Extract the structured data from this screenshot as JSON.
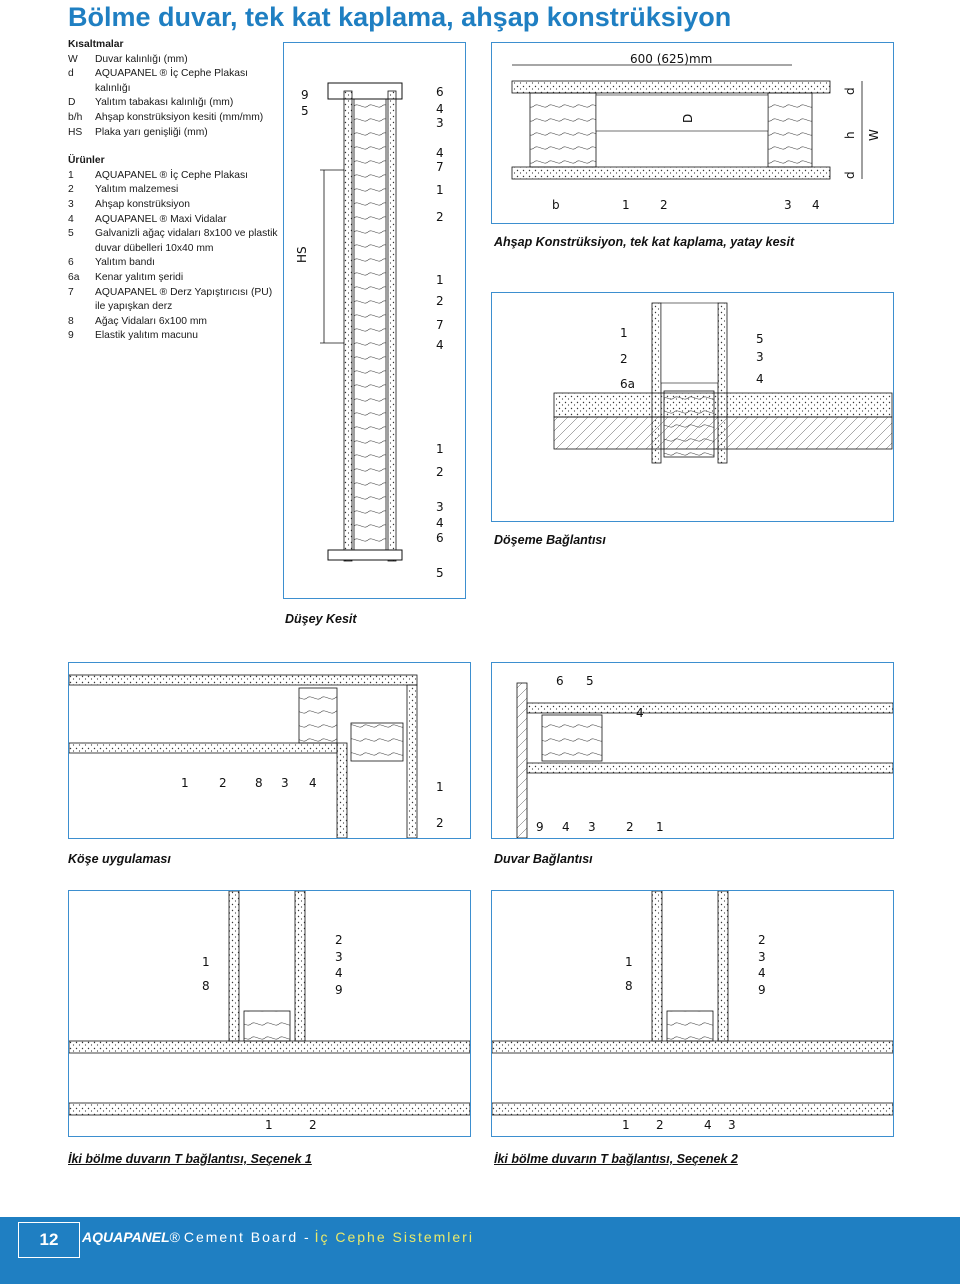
{
  "title": "Bölme duvar, tek kat kaplama, ahşap konstrüksiyon",
  "abbreviations": {
    "heading": "Kısaltmalar",
    "items": [
      {
        "key": "W",
        "text": "Duvar kalınlığı (mm)"
      },
      {
        "key": "d",
        "text": "AQUAPANEL ® İç Cephe Plakası kalınlığı"
      },
      {
        "key": "D",
        "text": "Yalıtım tabakası kalınlığı (mm)"
      },
      {
        "key": "b/h",
        "text": "Ahşap konstrüksiyon kesiti (mm/mm)"
      },
      {
        "key": "HS",
        "text": "Plaka yarı genişliği (mm)"
      }
    ]
  },
  "products": {
    "heading": "Ürünler",
    "items": [
      {
        "key": "1",
        "text": "AQUAPANEL ® İç Cephe Plakası"
      },
      {
        "key": "2",
        "text": "Yalıtım malzemesi"
      },
      {
        "key": "3",
        "text": "Ahşap konstrüksiyon"
      },
      {
        "key": "4",
        "text": "AQUAPANEL ® Maxi Vidalar"
      },
      {
        "key": "5",
        "text": "Galvanizli ağaç vidaları 8x100 ve plastik duvar dübelleri 10x40 mm"
      },
      {
        "key": "6",
        "text": "Yalıtım bandı"
      },
      {
        "key": "6a",
        "text": "Kenar yalıtım şeridi"
      },
      {
        "key": "7",
        "text": "AQUAPANEL ® Derz Yapıştırıcısı (PU) ile yapışkan derz"
      },
      {
        "key": "8",
        "text": "Ağaç Vidaları 6x100 mm"
      },
      {
        "key": "9",
        "text": "Elastik yalıtım macunu"
      }
    ]
  },
  "diagrams": {
    "vertical": {
      "caption": "Düşey Kesit",
      "dim_label": "HS",
      "left_labels": [
        "9",
        "5"
      ],
      "right_labels": [
        "6",
        "4",
        "3",
        "4",
        "7",
        "1",
        "2",
        "1",
        "2",
        "7",
        "4",
        "1",
        "2",
        "3",
        "4",
        "6",
        "5"
      ]
    },
    "horizontal": {
      "caption": "Ahşap Konstrüksiyon, tek kat kaplama, yatay kesit",
      "dimension": "600 (625)mm",
      "side_labels": [
        "D",
        "d",
        "h",
        "d",
        "W"
      ],
      "bottom_labels": [
        "b",
        "1",
        "2",
        "3",
        "4"
      ]
    },
    "floor": {
      "caption": "Döşeme Bağlantısı",
      "left_labels": [
        "1",
        "2",
        "6a"
      ],
      "right_labels": [
        "5",
        "3",
        "4"
      ]
    },
    "corner": {
      "caption": "Köşe uygulaması",
      "labels": [
        "1",
        "2",
        "8",
        "3",
        "4",
        "1",
        "2"
      ]
    },
    "wall": {
      "caption": "Duvar Bağlantısı",
      "top_labels": [
        "6",
        "5",
        "4"
      ],
      "bottom_labels": [
        "9",
        "4",
        "3",
        "2",
        "1"
      ]
    },
    "tjoint1": {
      "caption": "İki bölme duvarın T bağlantısı, Seçenek 1",
      "left_labels": [
        "1",
        "8"
      ],
      "right_labels": [
        "2",
        "3",
        "4",
        "9"
      ],
      "bottom_labels": [
        "1",
        "2"
      ]
    },
    "tjoint2": {
      "caption": "İki bölme duvarın T bağlantısı, Seçenek 2",
      "left_labels": [
        "1",
        "8"
      ],
      "right_labels": [
        "2",
        "3",
        "4",
        "9"
      ],
      "bottom_labels": [
        "1",
        "2",
        "4",
        "3"
      ]
    }
  },
  "footer": {
    "page_number": "12",
    "brand": "AQUAPANEL",
    "brand_mark": "®",
    "product_line": "Cement Board -",
    "section": "İç Cephe Sistemleri"
  },
  "colors": {
    "accent": "#1f7fc2",
    "frame": "#3d8fcf",
    "footer_highlight": "#e9e96a"
  }
}
